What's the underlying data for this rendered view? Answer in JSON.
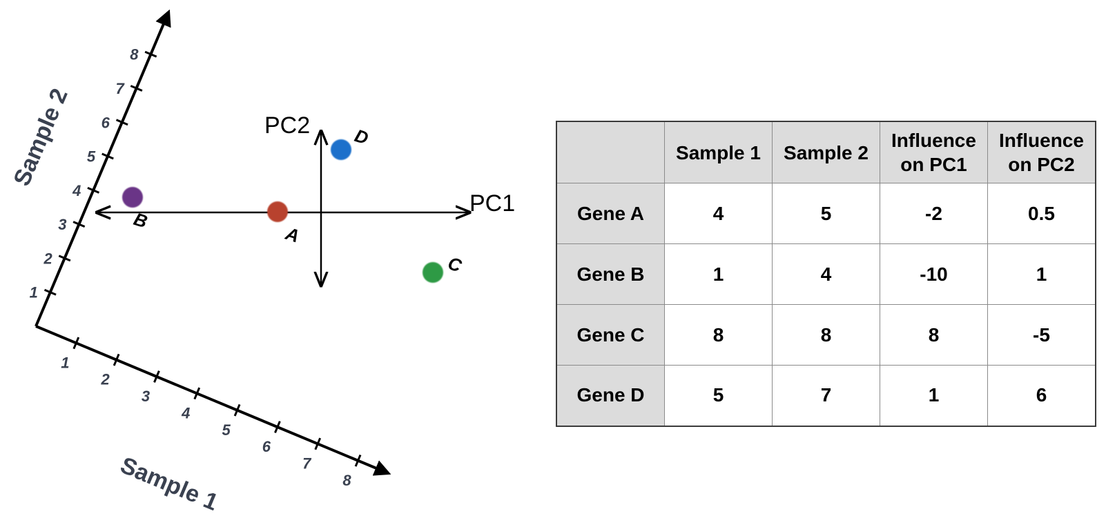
{
  "diagram": {
    "axes": {
      "x_title": "Sample 1",
      "y_title": "Sample 2",
      "x_ticks": [
        "1",
        "2",
        "3",
        "4",
        "5",
        "6",
        "7",
        "8"
      ],
      "y_ticks": [
        "1",
        "2",
        "3",
        "4",
        "5",
        "6",
        "7",
        "8"
      ]
    },
    "pc_axes": {
      "pc1_label": "PC1",
      "pc2_label": "PC2"
    },
    "points": [
      {
        "label": "A",
        "color": "#b8432e"
      },
      {
        "label": "B",
        "color": "#6b3587"
      },
      {
        "label": "C",
        "color": "#2e9a45"
      },
      {
        "label": "D",
        "color": "#1a6fcb"
      }
    ],
    "axis_color": "#000000",
    "label_color": "#3a4150"
  },
  "table": {
    "headers": [
      "",
      "Sample 1",
      "Sample 2",
      "Influence on PC1",
      "Influence on PC2"
    ],
    "rows": [
      {
        "gene": "Gene A",
        "values": [
          "4",
          "5",
          "-2",
          "0.5"
        ]
      },
      {
        "gene": "Gene B",
        "values": [
          "1",
          "4",
          "-10",
          "1"
        ]
      },
      {
        "gene": "Gene C",
        "values": [
          "8",
          "8",
          "8",
          "-5"
        ]
      },
      {
        "gene": "Gene D",
        "values": [
          "5",
          "7",
          "1",
          "6"
        ]
      }
    ],
    "header_bg": "#dcdcdc"
  }
}
